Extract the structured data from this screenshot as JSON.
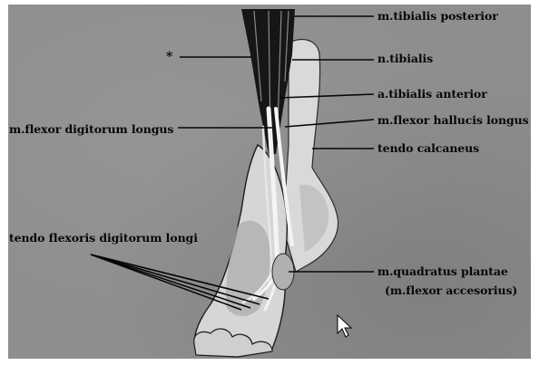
{
  "figure": {
    "background": "#8e8e8e",
    "ink": "#070707",
    "bone_tone": "#d9d9d9",
    "muscle_tone": "#161616",
    "tendon_tone": "#f4f4f4"
  },
  "labels": {
    "asterisk": "*",
    "tibialis_posterior": "m.tibialis posterior",
    "n_tibialis": "n.tibialis",
    "a_tibialis_anterior": "a.tibialis anterior",
    "flexor_hallucis_longus": "m.flexor hallucis longus",
    "tendo_calcaneus": "tendo calcaneus",
    "flexor_digitorum_longus": "m.flexor digitorum longus",
    "tendo_flexoris": "tendo flexoris digitorum longi",
    "quadratus_plantae": "m.quadratus plantae",
    "flexor_accesorius": "(m.flexor accesorius)"
  },
  "icons": {
    "cursor": "mouse-pointer-arrow"
  }
}
